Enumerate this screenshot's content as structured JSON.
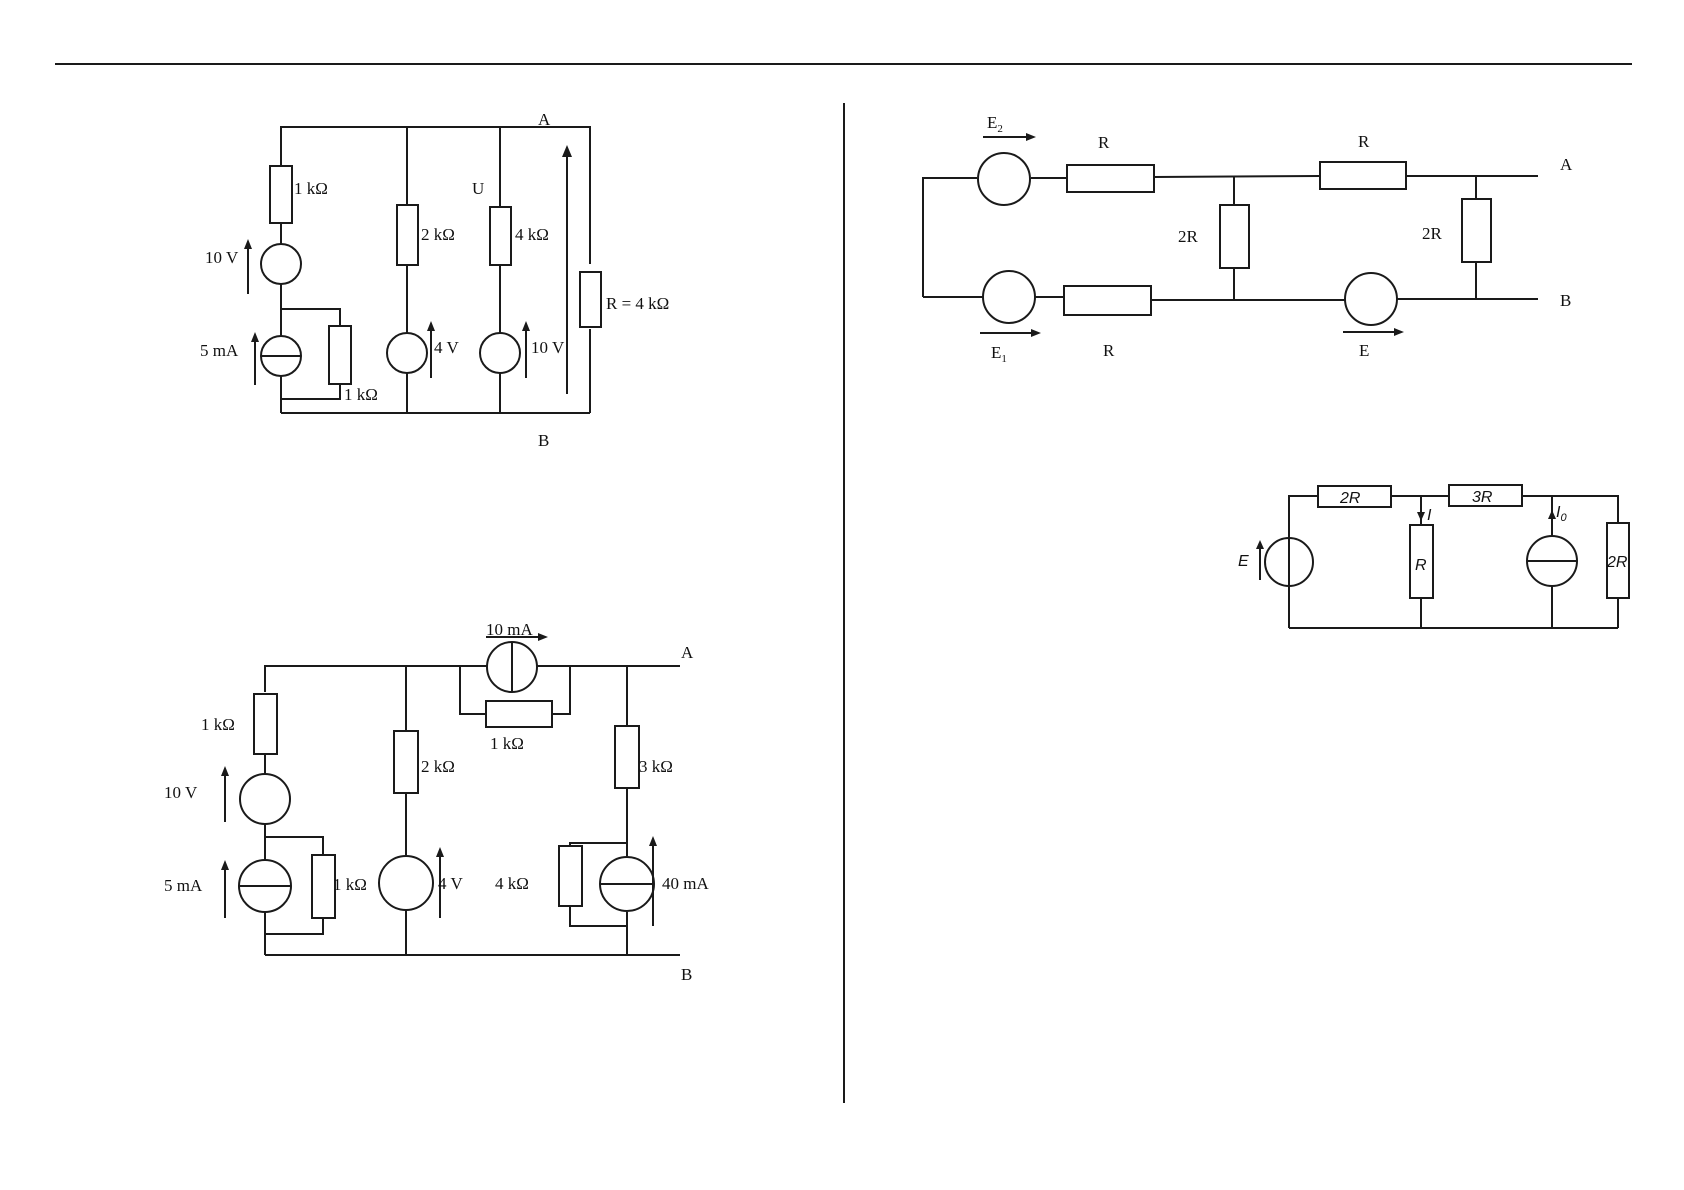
{
  "circuit1": {
    "node_a": "A",
    "node_b": "B",
    "r_top": "1 kΩ",
    "v_source": "10 V",
    "i_source": "5 mA",
    "r_shunt": "1 kΩ",
    "r_branch2": "2 kΩ",
    "v_branch2": "4 V",
    "u_label": "U",
    "r_branch3": "4 kΩ",
    "v_branch3": "10 V",
    "r_load": "R = 4 kΩ"
  },
  "circuit2": {
    "node_a": "A",
    "node_b": "B",
    "r_top": "1 kΩ",
    "v_source": "10 V",
    "i_source": "5 mA",
    "r_shunt": "1 kΩ",
    "r_branch2": "2 kΩ",
    "v_branch2": "4 V",
    "i_series": "10 mA",
    "r_series_shunt": "1 kΩ",
    "r_branch3": "3 kΩ",
    "r_branch3_shunt": "4 kΩ",
    "i_branch3": "40 mA"
  },
  "circuit3": {
    "e2": "E",
    "e2_sub": "2",
    "e1": "E",
    "e1_sub": "1",
    "e": "E",
    "r_top1": "R",
    "r_top2": "R",
    "r_bottom": "R",
    "r_shunt1": "2R",
    "r_shunt2": "2R",
    "node_a": "A",
    "node_b": "B"
  },
  "circuit4": {
    "r1": "2R",
    "r2": "3R",
    "r_mid": "R",
    "r_right": "2R",
    "e": "E",
    "i": "I",
    "i0": "I",
    "i0_sub": "0"
  }
}
